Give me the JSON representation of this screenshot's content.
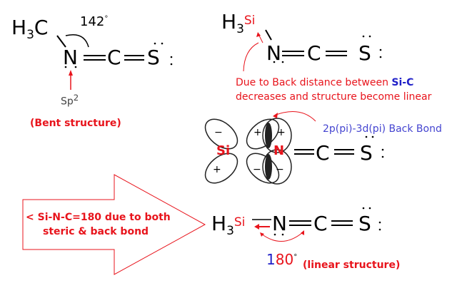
{
  "panel_top_left": {
    "group": "H",
    "group_sub": "3",
    "group_end": "C",
    "angle": "142",
    "degree": "°",
    "atoms": [
      "N",
      "C",
      "S"
    ],
    "hybridization": "Sp",
    "hybridization_sup": "2",
    "caption": "(Bent structure)"
  },
  "panel_top_right": {
    "group": "H",
    "group_sub": "3",
    "group_si": "Si",
    "atoms": [
      "N",
      "C",
      "S"
    ],
    "note_line1_a": "Due to Back distance between ",
    "note_line1_b": "Si-C",
    "note_line2": "decreases and structure become linear"
  },
  "panel_middle": {
    "si": "Si",
    "n": "N",
    "atoms": [
      "C",
      "S"
    ],
    "lobe_signs": [
      "−",
      "+",
      "+",
      "+",
      "+",
      "−",
      "−",
      "−"
    ],
    "back_bond_label": "2p(pi)-3d(pi) Back Bond"
  },
  "panel_bottom": {
    "arrow_text_line1": "< Si-N-C=180 due to both",
    "arrow_text_line2": "steric & back bond",
    "group": "H",
    "group_sub": "3",
    "group_si": "Si",
    "atoms": [
      "N",
      "C",
      "S"
    ],
    "angle_1": "1",
    "angle_80": "80",
    "degree": "°",
    "caption": "(linear structure)"
  },
  "colors": {
    "red": "#e8141c",
    "blue": "#2020c8",
    "black": "#000000"
  }
}
